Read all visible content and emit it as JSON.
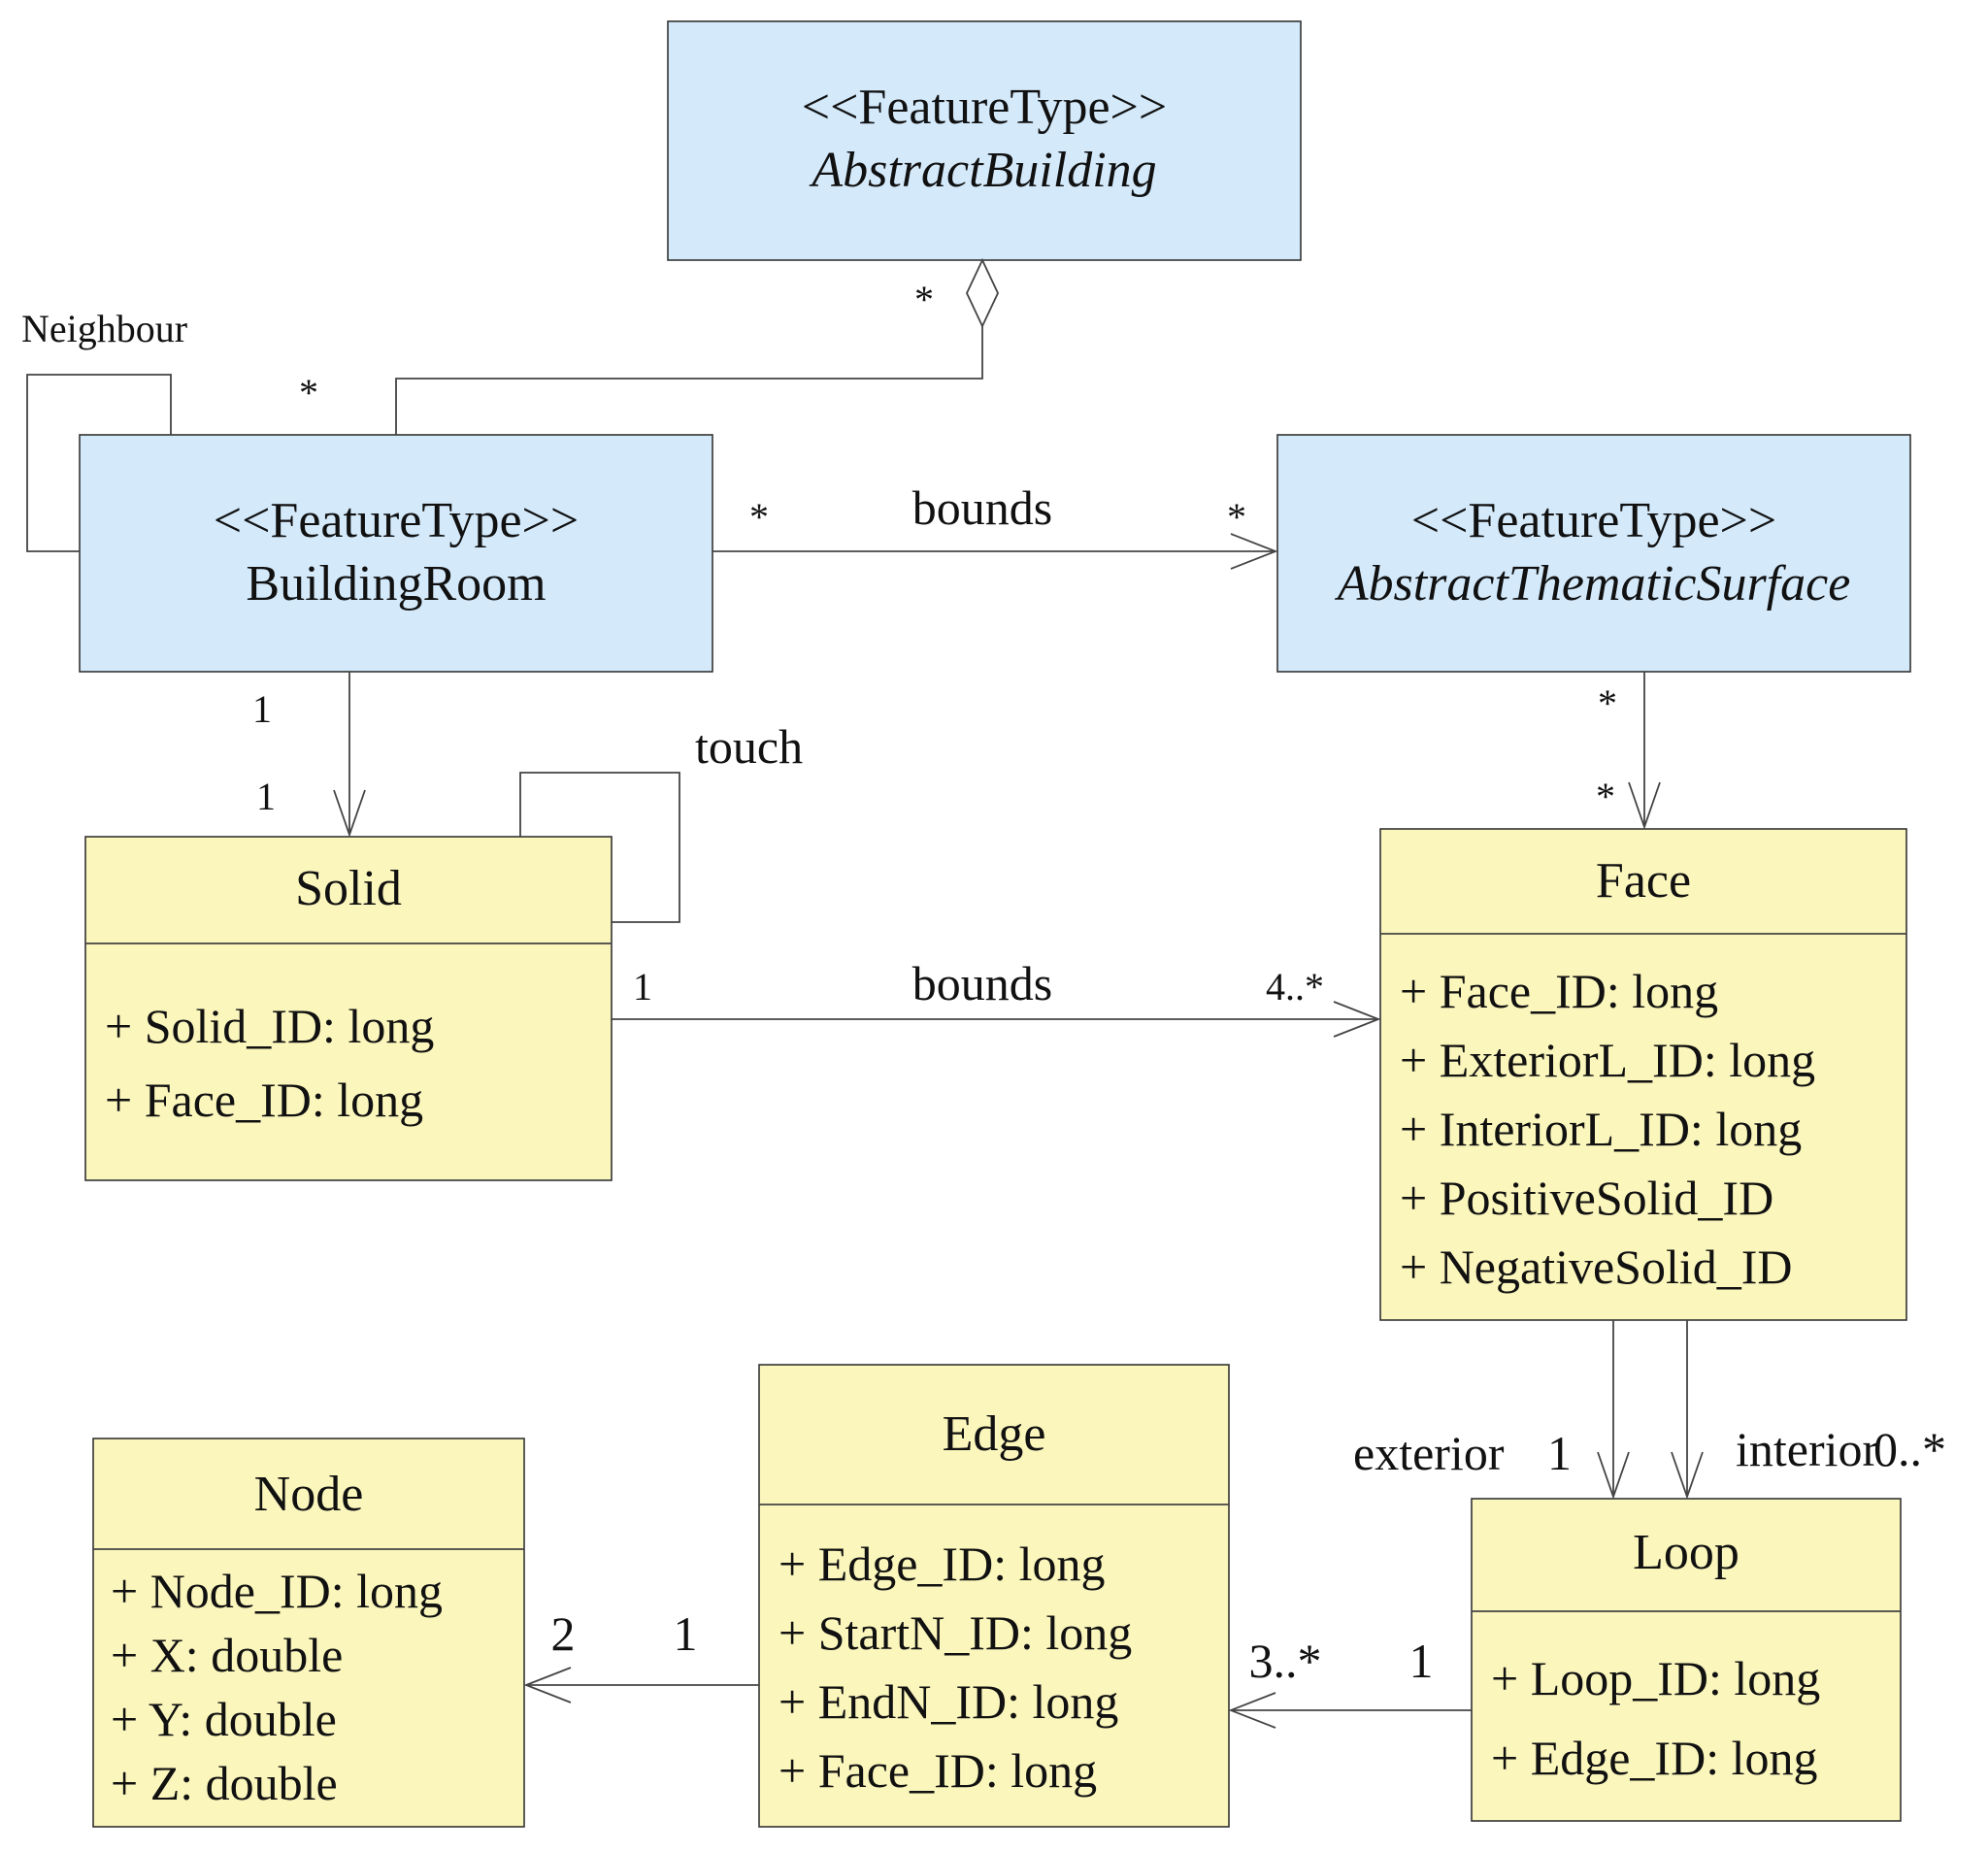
{
  "classes": {
    "abstract_building": {
      "stereotype": "<<FeatureType>>",
      "name": "AbstractBuilding"
    },
    "building_room": {
      "stereotype": "<<FeatureType>>",
      "name": "BuildingRoom"
    },
    "abstract_thematic_surface": {
      "stereotype": "<<FeatureType>>",
      "name": "AbstractThematicSurface"
    },
    "solid": {
      "name": "Solid",
      "attributes": [
        "+ Solid_ID: long",
        "+ Face_ID: long"
      ]
    },
    "face": {
      "name": "Face",
      "attributes": [
        "+ Face_ID: long",
        "+ ExteriorL_ID: long",
        "+ InteriorL_ID: long",
        "+ PositiveSolid_ID",
        "+ NegativeSolid_ID"
      ]
    },
    "edge": {
      "name": "Edge",
      "attributes": [
        "+ Edge_ID: long",
        "+ StartN_ID: long",
        "+ EndN_ID: long",
        "+ Face_ID: long"
      ]
    },
    "node": {
      "name": "Node",
      "attributes": [
        "+ Node_ID: long",
        "+ X: double",
        "+ Y: double",
        "+ Z: double"
      ]
    },
    "loop": {
      "name": "Loop",
      "attributes": [
        "+ Loop_ID: long",
        "+ Edge_ID: long"
      ]
    }
  },
  "associations": {
    "building_aggregation": {
      "mult_building": "*",
      "mult_room": "*"
    },
    "neighbour": {
      "label": "Neighbour"
    },
    "room_bounds": {
      "label": "bounds",
      "mult_source": "*",
      "mult_target": "*"
    },
    "room_solid": {
      "mult_source": "1",
      "mult_target": "1"
    },
    "touch": {
      "label": "touch"
    },
    "surface_face": {
      "mult_source": "*",
      "mult_target": "*"
    },
    "solid_bounds": {
      "label": "bounds",
      "mult_source": "1",
      "mult_target": "4..*"
    },
    "face_loop": {
      "exterior_label": "exterior",
      "exterior_mult": "1",
      "interior_label": "interior",
      "interior_mult": "0..*"
    },
    "loop_edge": {
      "mult_source": "1",
      "mult_target": "3..*"
    },
    "edge_node": {
      "mult_source": "1",
      "mult_target": "2"
    }
  },
  "colors": {
    "feature_type_fill": "#d4eafb",
    "class_fill": "#fbf6bc",
    "line": "#444444"
  }
}
